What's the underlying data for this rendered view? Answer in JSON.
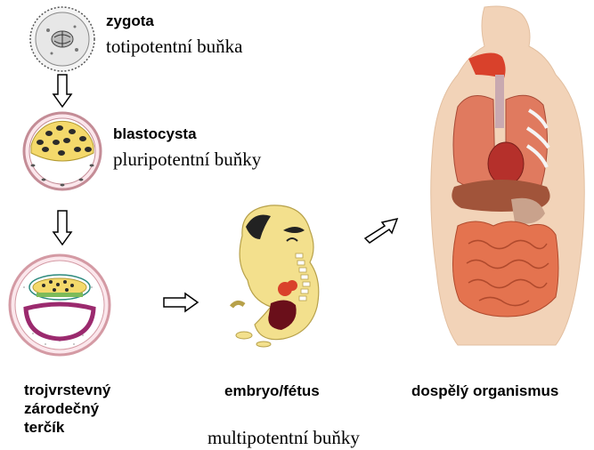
{
  "stages": {
    "zygote": {
      "name": "zygota",
      "potency": "totipotentní buňka"
    },
    "blastocyst": {
      "name": "blastocysta",
      "potency": "pluripotentní buňky"
    },
    "germ_disc": {
      "name_line1": "trojvrstevný",
      "name_line2": "zárodečný",
      "name_line3": "terčík"
    },
    "embryo": {
      "name": "embryo/fétus"
    },
    "adult": {
      "name": "dospělý organismus"
    }
  },
  "footer": {
    "potency": "multipotentní buňky"
  },
  "colors": {
    "yolk": "#f4d96b",
    "membrane": "#f0c6cc",
    "cell_dark": "#2b2b2b",
    "embryo_body": "#f3e08d",
    "organ_red": "#d9412b",
    "skin": "#f2d3b8"
  }
}
